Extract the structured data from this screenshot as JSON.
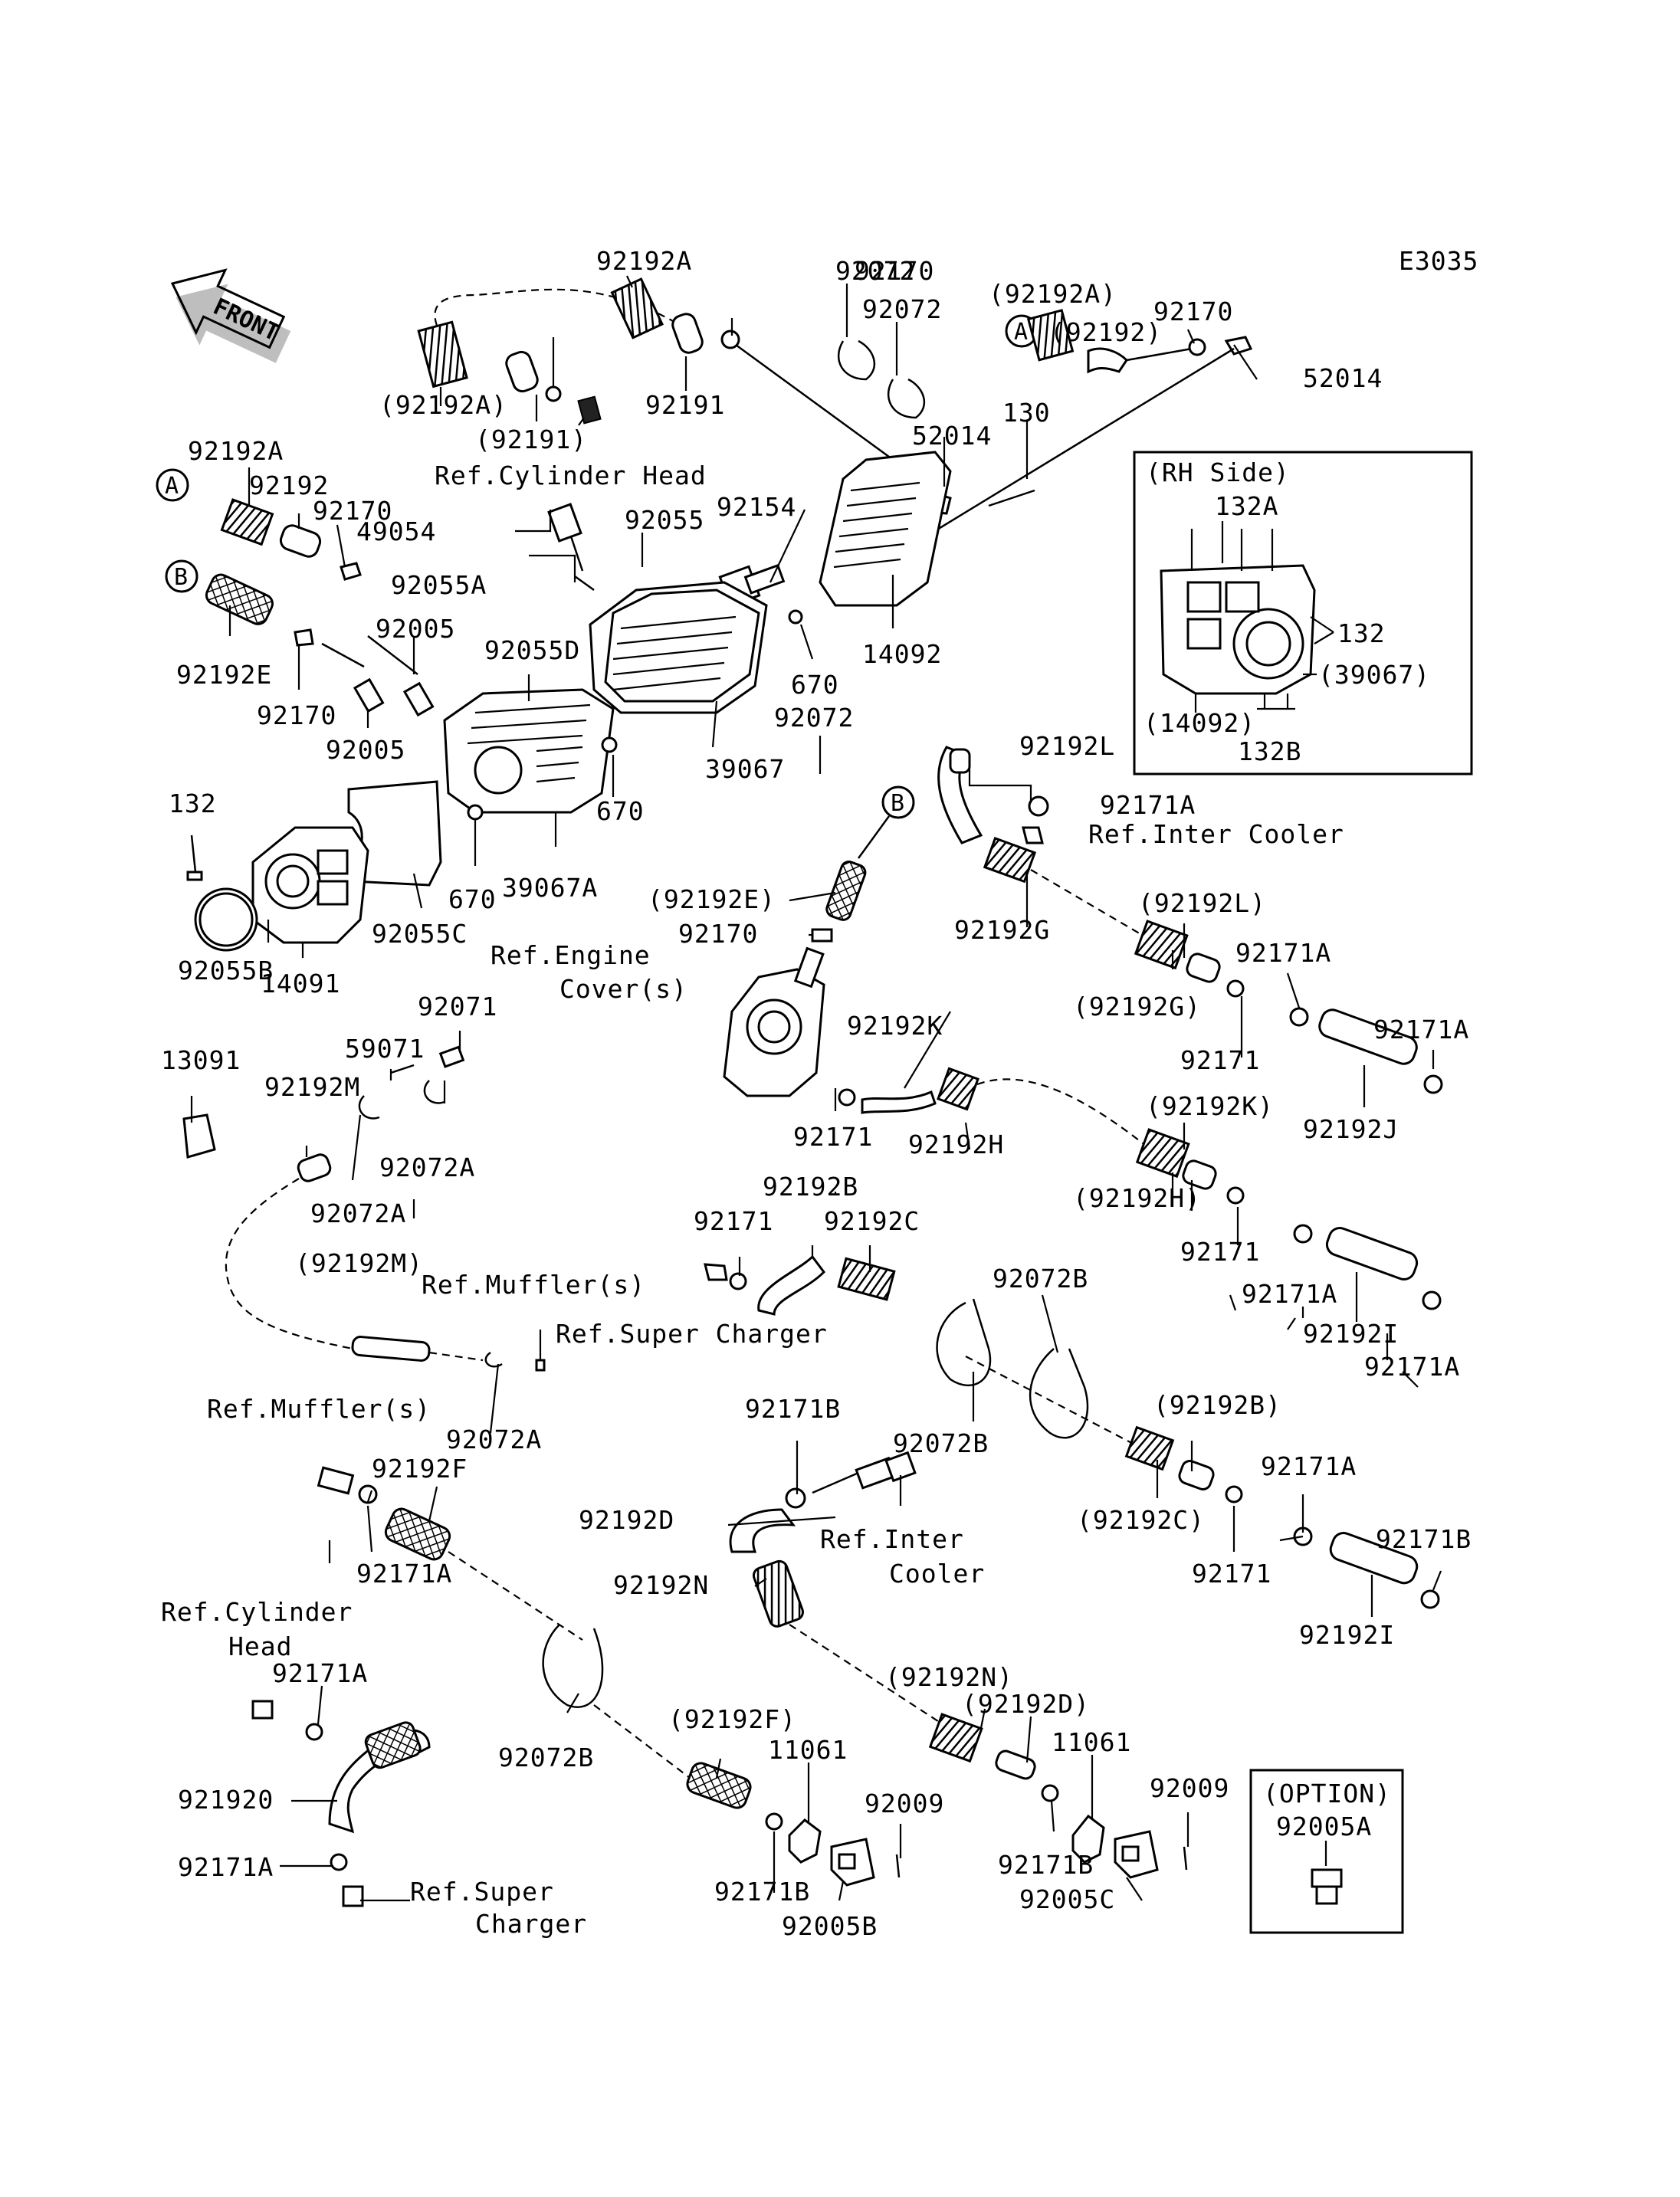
{
  "diagram_code": "E3035",
  "front_arrow": "FRONT",
  "rh_side": {
    "title": "(RH Side)",
    "labels": [
      "132A",
      "132",
      "(39067)",
      "(14092)",
      "132B"
    ]
  },
  "option_box": {
    "title": "(OPTION)",
    "part": "92005A"
  },
  "markers": [
    "A",
    "A",
    "B",
    "B"
  ],
  "labels": [
    "92192A",
    "92170",
    "92072",
    "92072",
    "(92192A)",
    "(92192)",
    "92170",
    "52014",
    "(92192A)",
    "(92191)",
    "92191",
    "52014",
    "130",
    "Ref.Cylinder Head",
    "92192A",
    "92192",
    "92170",
    "49054",
    "92055",
    "92154",
    "92055A",
    "92192E",
    "92005",
    "92055D",
    "670",
    "14092",
    "92170",
    "92005",
    "39067",
    "92072",
    "670",
    "92192L",
    "132",
    "92171A",
    "Ref.Inter Cooler",
    "670",
    "39067A",
    "(92192E)",
    "92192G",
    "(92192L)",
    "92170",
    "92055C",
    "Ref.Engine",
    "Cover(s)",
    "92171A",
    "92055B",
    "14091",
    "92071",
    "92192K",
    "(92192G)",
    "92171A",
    "59071",
    "13091",
    "92192M",
    "92171",
    "92171",
    "92192J",
    "92072A",
    "92192H",
    "(92192K)",
    "92072A",
    "92192B",
    "92171",
    "92192C",
    "(92192H)",
    "(92192M)",
    "Ref.Muffler(s)",
    "92072B",
    "92171",
    "92171A",
    "Ref.Super Charger",
    "92192I",
    "92171A",
    "92072A",
    "92072B",
    "92171B",
    "(92192B)",
    "Ref.Muffler(s)",
    "92192F",
    "92171A",
    "92192D",
    "Ref.Inter",
    "Cooler",
    "(92192C)",
    "92171B",
    "92171A",
    "92192N",
    "92171",
    "Ref.Cylinder",
    "Head",
    "92192I",
    "92171A",
    "(92192N)",
    "(92192D)",
    "11061",
    "11061",
    "92072B",
    "(92192F)",
    "92009",
    "92009",
    "921920",
    "92171A",
    "92171B",
    "92171B",
    "92005C",
    "Ref.Super",
    "Charger",
    "92005B"
  ]
}
